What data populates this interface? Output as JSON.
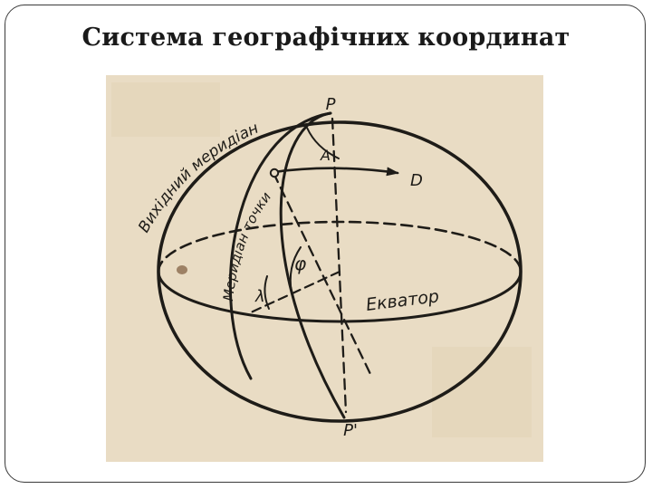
{
  "slide": {
    "title": "Система географічних координат"
  },
  "diagram": {
    "labels": {
      "north_pole": "P",
      "south_pole": "P'",
      "azimuth": "A",
      "direction": "D",
      "latitude": "φ",
      "longitude": "λ",
      "equator": "Екватор",
      "prime_meridian": "Вихідний меридіан",
      "point_meridian": "Меридіан точки"
    },
    "colors": {
      "paper": "#e9dcc4",
      "ink": "#1e1c18"
    }
  }
}
